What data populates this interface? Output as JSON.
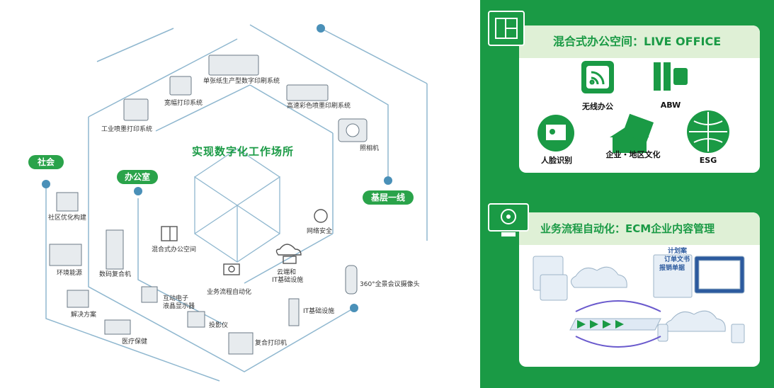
{
  "diagram": {
    "title": "实现数字化工作场所",
    "zones": {
      "society": "社会",
      "office": "办公室",
      "frontline": "基层一线"
    },
    "outer_items": [
      "单张纸生产型数字印刷系统",
      "宽幅打印系统",
      "高速彩色喷墨印刷系统",
      "工业喷墨打印系统",
      "照相机"
    ],
    "society_items": [
      "社区优化构建",
      "环境能源",
      "解决方案",
      "医疗保健"
    ],
    "office_items": [
      "数码复合机",
      "互动电子",
      "液晶显示器",
      "投影仪",
      "复合打印机"
    ],
    "inner_items": [
      "混合式办公空间",
      "网络安全",
      "云端和",
      "IT基础设施",
      "业务流程自动化"
    ],
    "frontline_items": [
      "360°全景会议摄像头",
      "IT基础设施"
    ]
  },
  "panel": {
    "live_office": {
      "title": "混合式办公空间：LIVE OFFICE",
      "icons": [
        "无线办公",
        "ABW",
        "人脸识别",
        "企业・地区文化",
        "ESG"
      ]
    },
    "ecm": {
      "title": "业务流程自动化：ECM企业内容管理",
      "doc_labels": [
        "计划案",
        "订单文书",
        "报销单据"
      ]
    }
  },
  "colors": {
    "brand_green": "#1a9a45",
    "light_green": "#dff0d6",
    "line_blue": "#8fb7cf",
    "dot_blue": "#4a90b8"
  }
}
